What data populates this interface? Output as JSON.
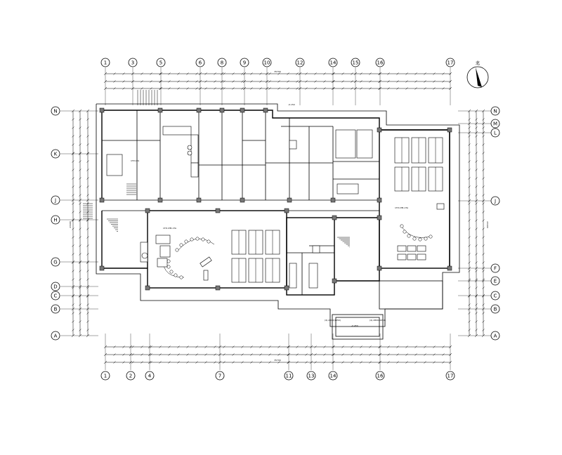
{
  "axis_labels": {
    "top": [
      "1",
      "3",
      "5",
      "6",
      "8",
      "9",
      "10",
      "12",
      "14",
      "15",
      "16",
      "17"
    ],
    "bottom": [
      "1",
      "2",
      "4",
      "7",
      "11",
      "13",
      "14",
      "16",
      "17"
    ],
    "left": [
      "N",
      "K",
      "J",
      "H",
      "G",
      "D",
      "C",
      "B",
      "A"
    ],
    "right": [
      "N",
      "M",
      "L",
      "J",
      "F",
      "E",
      "C",
      "B",
      "A"
    ]
  },
  "dimensions": {
    "top_overall": "35700",
    "bottom_overall": "35700",
    "left_overall": "23400",
    "right_overall": "23400"
  },
  "room_labels": {
    "stair_label_left": "1TP-1TA",
    "hall_label": "1TP-1TB-1TA",
    "right_hall_label": "1TP-1TB-1TA",
    "level_mark_top": "-0.150",
    "level_mark_bottom": "-0.450",
    "section_mark_1": "(4)-2800(1950)",
    "section_mark_2": "(4)-2800(1950)"
  },
  "north_arrow_label": "北"
}
